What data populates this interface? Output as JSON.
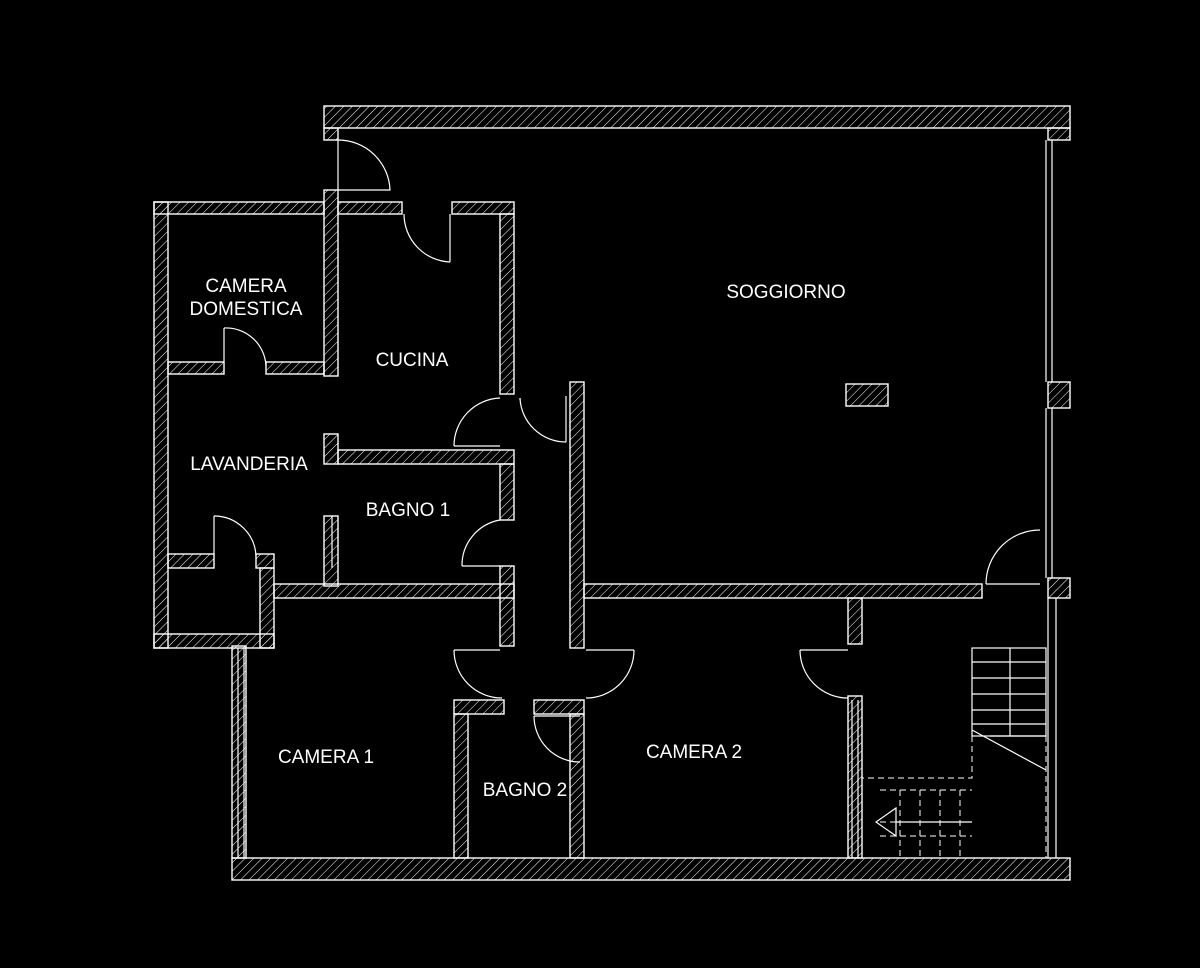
{
  "rooms": {
    "camera_domestica_line1": "CAMERA",
    "camera_domestica_line2": "DOMESTICA",
    "cucina": "CUCINA",
    "soggiorno": "SOGGIORNO",
    "lavanderia": "LAVANDERIA",
    "bagno1": "BAGNO 1",
    "camera1": "CAMERA 1",
    "bagno2": "BAGNO 2",
    "camera2": "CAMERA 2"
  },
  "colors": {
    "background": "#000000",
    "lines": "#ffffff"
  }
}
